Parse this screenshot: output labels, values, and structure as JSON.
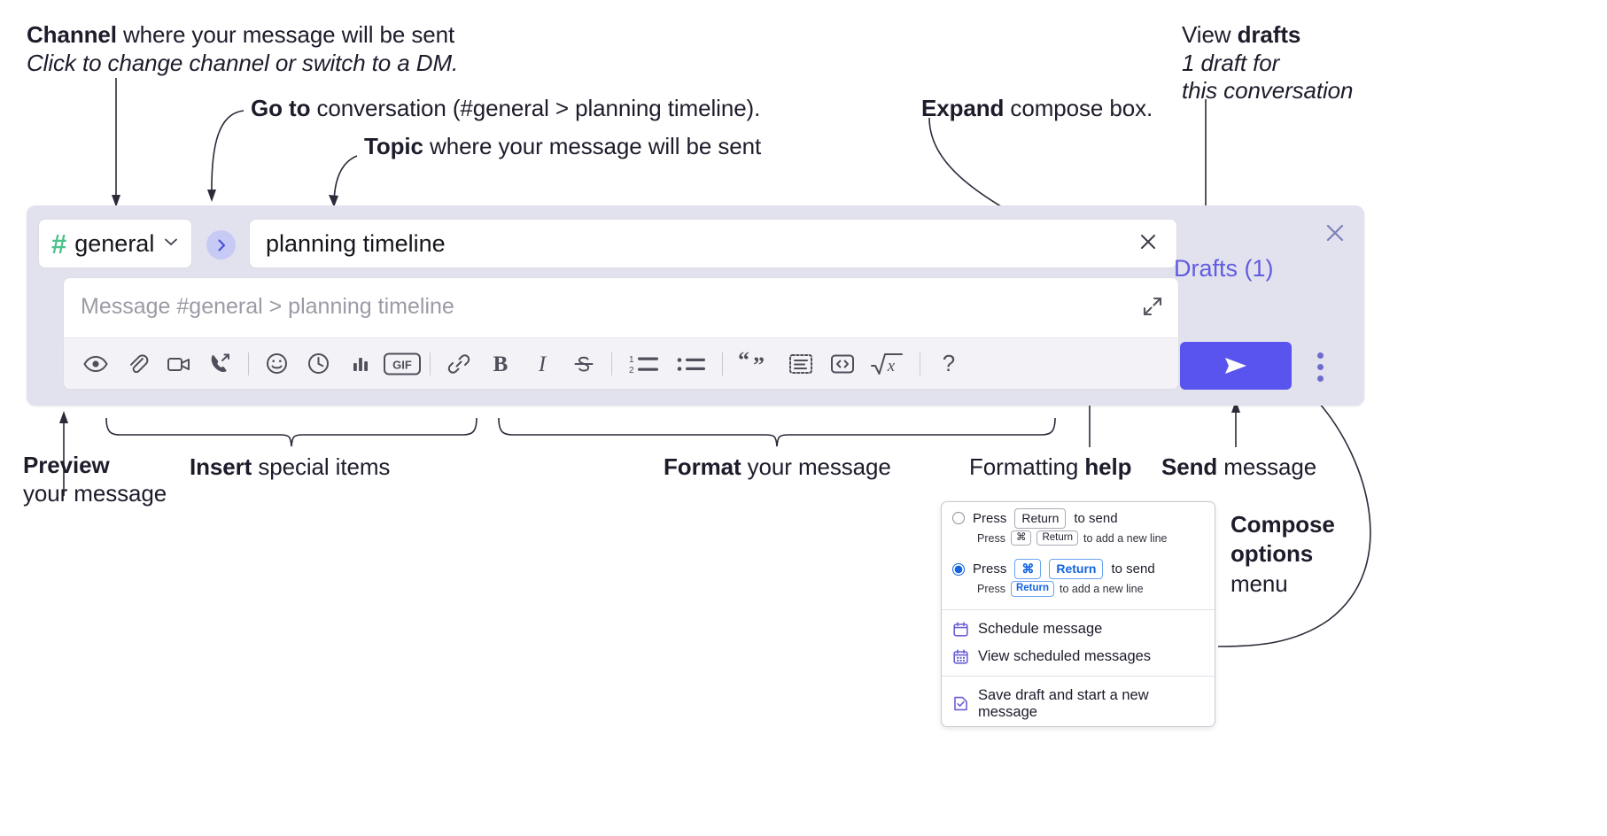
{
  "annotations": {
    "channel": {
      "bold": "Channel",
      "rest": " where your message will be sent",
      "italic": "Click to change channel or switch to a DM."
    },
    "goto": {
      "bold": "Go to",
      "rest": " conversation (#general > planning timeline)."
    },
    "topic": {
      "bold": "Topic",
      "rest": " where your message will be sent"
    },
    "expand": {
      "bold": "Expand",
      "rest": " compose box."
    },
    "drafts": {
      "plain": "View ",
      "bold": "drafts",
      "italic1": "1 draft for",
      "italic2": "this conversation"
    },
    "preview": {
      "bold": "Preview",
      "rest": "your message"
    },
    "insert": {
      "bold": "Insert",
      "rest": " special items"
    },
    "format": {
      "bold": "Format",
      "rest": " your message"
    },
    "help": {
      "plain": "Formatting ",
      "bold": "help"
    },
    "send": {
      "bold": "Send",
      "rest": " message"
    },
    "compose_options": {
      "bold1": "Compose",
      "bold2": "options",
      "rest": "menu"
    }
  },
  "compose": {
    "channel": {
      "hash": "#",
      "name": "general",
      "chevron_icon": "chevron-down-icon"
    },
    "goto_button": {
      "icon": "chevron-right-icon"
    },
    "topic": {
      "value": "planning timeline",
      "clear_icon": "close-icon"
    },
    "message": {
      "placeholder": "Message #general > planning timeline",
      "value": ""
    },
    "expand_icon": "expand-icon",
    "panel_close_icon": "close-icon",
    "drafts_label": "Drafts (1)",
    "send_icon": "send-paper-plane-icon",
    "kebab_icon": "more-vertical-icon",
    "toolbar": [
      {
        "name": "preview-icon",
        "label": "Preview"
      },
      {
        "name": "attachment-icon",
        "label": "Attach file"
      },
      {
        "name": "video-camera-icon",
        "label": "Record video clip"
      },
      {
        "name": "phone-forward-icon",
        "label": "Record audio clip"
      },
      {
        "name": "separator",
        "label": ""
      },
      {
        "name": "emoji-icon",
        "label": "Emoji"
      },
      {
        "name": "clock-icon",
        "label": "Reminder"
      },
      {
        "name": "bar-chart-icon",
        "label": "Poll"
      },
      {
        "name": "gif-icon",
        "label": "GIF"
      },
      {
        "name": "separator",
        "label": ""
      },
      {
        "name": "link-icon",
        "label": "Link"
      },
      {
        "name": "bold-icon",
        "label": "Bold"
      },
      {
        "name": "italic-icon",
        "label": "Italic"
      },
      {
        "name": "strikethrough-icon",
        "label": "Strikethrough"
      },
      {
        "name": "separator",
        "label": ""
      },
      {
        "name": "ordered-list-icon",
        "label": "Ordered list"
      },
      {
        "name": "bullet-list-icon",
        "label": "Bulleted list"
      },
      {
        "name": "separator",
        "label": ""
      },
      {
        "name": "blockquote-icon",
        "label": "Blockquote"
      },
      {
        "name": "code-block-icon",
        "label": "Code block"
      },
      {
        "name": "inline-code-icon",
        "label": "Code"
      },
      {
        "name": "math-icon",
        "label": "Math"
      },
      {
        "name": "separator",
        "label": ""
      },
      {
        "name": "help-icon",
        "label": "Formatting help"
      }
    ]
  },
  "options_menu": {
    "radio1": {
      "selected": false,
      "press": "Press",
      "key": "Return",
      "action": "to send",
      "sub_press": "Press",
      "sub_key1": "⌘",
      "sub_key2": "Return",
      "sub_action": "to add a new line"
    },
    "radio2": {
      "selected": true,
      "press": "Press",
      "key1": "⌘",
      "key2": "Return",
      "action": "to send",
      "sub_press": "Press",
      "sub_key": "Return",
      "sub_action": "to add a new line"
    },
    "items": [
      {
        "icon": "calendar-icon",
        "label": "Schedule message"
      },
      {
        "icon": "calendar-grid-icon",
        "label": "View scheduled messages"
      },
      {
        "icon": "document-check-icon",
        "label": "Save draft and start a new message"
      }
    ]
  },
  "colors": {
    "panel_bg": "#e2e2ef",
    "accent_purple": "#5a54ef",
    "drafts_purple": "#615ce0",
    "hash_green": "#4cc38a",
    "goto_blue": "#c6caf5",
    "radio_blue": "#1264e0"
  }
}
